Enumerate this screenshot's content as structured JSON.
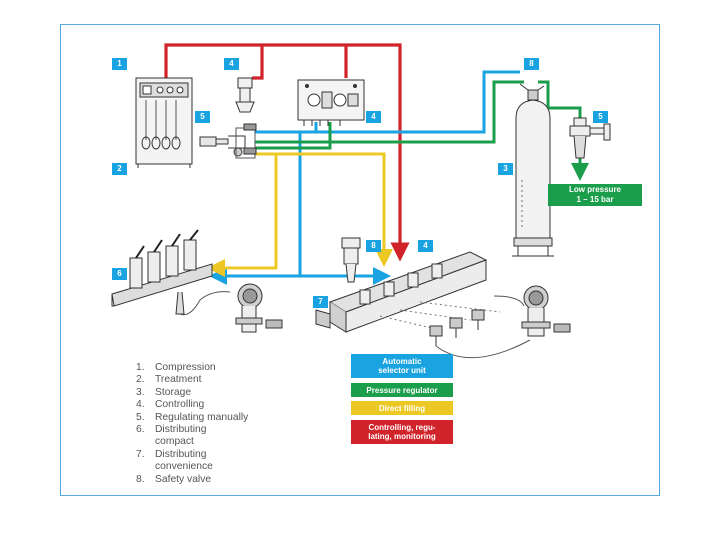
{
  "badges": {
    "b1": "1",
    "b2": "2",
    "b3": "3",
    "b4a": "4",
    "b4b": "4",
    "b4c": "4",
    "b5a": "5",
    "b5b": "5",
    "b6": "6",
    "b7": "7",
    "b8a": "8",
    "b8b": "8"
  },
  "low_pressure": {
    "line1": "Low pressure",
    "line2": "1 – 15 bar"
  },
  "legend_items": [
    {
      "num": "1.",
      "text": "Compression"
    },
    {
      "num": "2.",
      "text": "Treatment"
    },
    {
      "num": "3.",
      "text": "Storage"
    },
    {
      "num": "4.",
      "text": "Controlling"
    },
    {
      "num": "5.",
      "text": "Regulating manually"
    },
    {
      "num": "6.",
      "text": "Distributing",
      "cont": "compact"
    },
    {
      "num": "7.",
      "text": "Distributing",
      "cont": "convenience"
    },
    {
      "num": "8.",
      "text": "Safety valve"
    }
  ],
  "key_boxes": [
    {
      "line1": "Automatic",
      "line2": "selector unit",
      "color": "#1aa3e1"
    },
    {
      "line1": "Pressure regulator",
      "line2": "",
      "color": "#1b9e4c"
    },
    {
      "line1": "Direct filling",
      "line2": "",
      "color": "#ecc824"
    },
    {
      "line1": "Controlling, regu-",
      "line2": "lating, monitoring",
      "color": "#d1232a"
    }
  ],
  "line_colors": {
    "red": "#d1232a",
    "blue": "#1aa3e1",
    "green": "#1b9e4c",
    "yellow": "#ecc824"
  }
}
